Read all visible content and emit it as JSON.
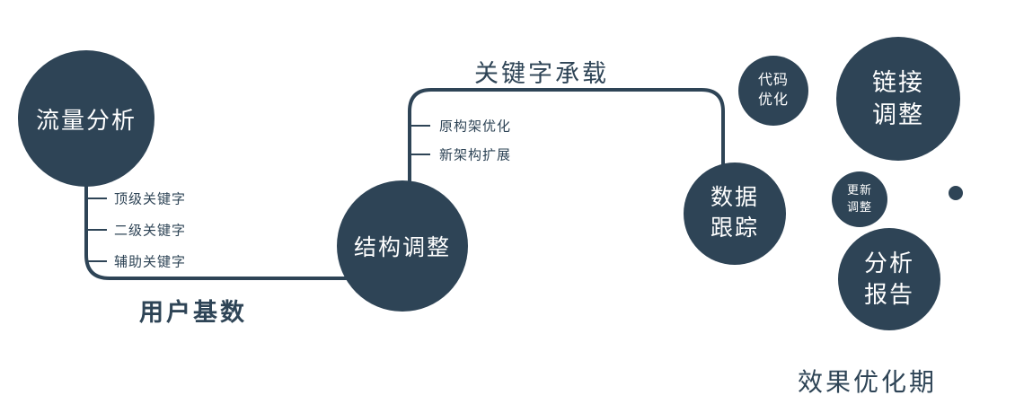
{
  "colors": {
    "accent": "#2e4456",
    "text_on_accent": "#ffffff",
    "background": "#ffffff"
  },
  "nodes": {
    "traffic": "流量分析",
    "structure": "结构调整",
    "tracking": "数据\n跟踪",
    "code": "代码\n优化",
    "link": "链接\n调整",
    "update": "更新\n调整",
    "report": "分析\n报告"
  },
  "edge_labels": {
    "user_base": "用户基数",
    "keyword_carry": "关键字承载"
  },
  "traffic_ticks": [
    "顶级关键字",
    "二级关键字",
    "辅助关键字"
  ],
  "structure_ticks": [
    "原构架优化",
    "新架构扩展"
  ],
  "caption": "效果优化期"
}
